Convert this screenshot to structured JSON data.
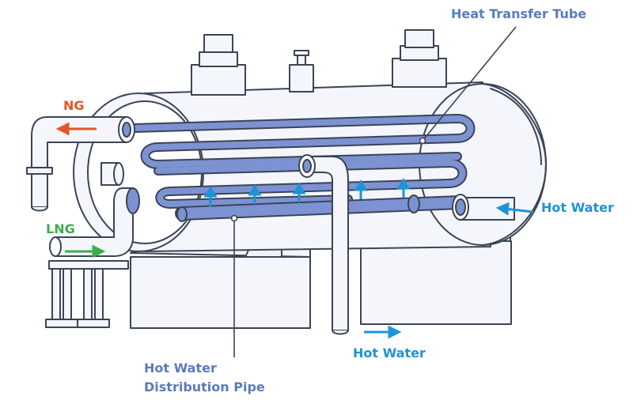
{
  "labels": {
    "heat_transfer_tube": "Heat Transfer Tube",
    "ng": "NG",
    "lng": "LNG",
    "hot_water_inlet": "Hot Water",
    "hot_water_outlet": "Hot Water",
    "distribution_pipe_line1": "Hot Water",
    "distribution_pipe_line2": "Distribution Pipe"
  },
  "colors": {
    "outline": "#3b4456",
    "tube": "#7d92d2",
    "label_slate": "#5a7bbd",
    "ng_red": "#e2572b",
    "lng_green": "#3cac4e",
    "water_cyan": "#1f93d6"
  }
}
